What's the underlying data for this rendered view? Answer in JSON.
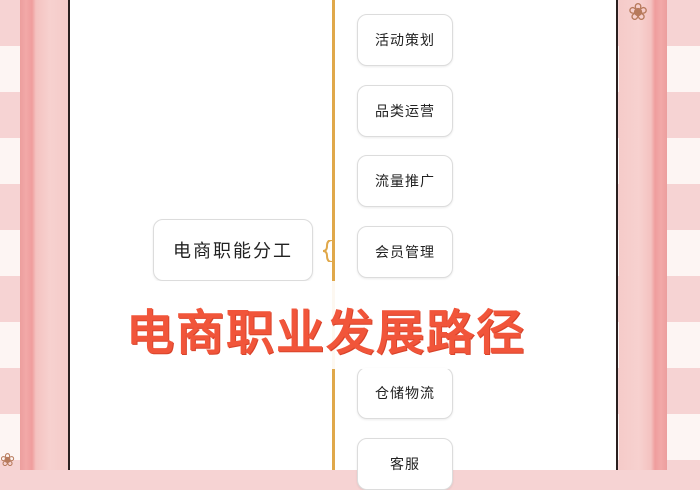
{
  "diagram": {
    "type": "mind-map",
    "root": {
      "label": "电商职能分工"
    },
    "children": [
      {
        "label": "活动策划"
      },
      {
        "label": "品类运营"
      },
      {
        "label": "流量推广"
      },
      {
        "label": "会员管理"
      },
      {
        "label": "仓储物流"
      },
      {
        "label": "客服"
      }
    ]
  },
  "overlay": {
    "title": "电商职业发展路径"
  },
  "colors": {
    "spine": "#e0a84a",
    "title": "#f1553a",
    "frame_pink": "#f2a9a8",
    "stripe_pink": "#f6d3d3"
  },
  "decorations": {
    "top_right": "❀",
    "bottom_left": "❀"
  }
}
